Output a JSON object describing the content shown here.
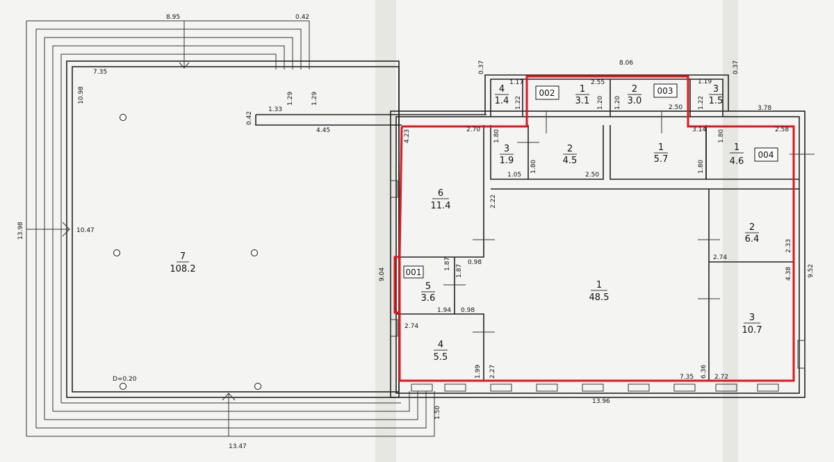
{
  "rooms": [
    {
      "id": "r7",
      "number": "7",
      "area": "108.2"
    },
    {
      "id": "r6",
      "number": "6",
      "area": "11.4"
    },
    {
      "id": "r5",
      "number": "5",
      "area": "3.6"
    },
    {
      "id": "r4",
      "number": "4",
      "area": "5.5"
    },
    {
      "id": "r1",
      "number": "1",
      "area": "48.5"
    },
    {
      "id": "r2r",
      "number": "2",
      "area": "6.4"
    },
    {
      "id": "r3r",
      "number": "3",
      "area": "10.7"
    },
    {
      "id": "r3a",
      "number": "3",
      "area": "1.9"
    },
    {
      "id": "r2a",
      "number": "2",
      "area": "4.5"
    },
    {
      "id": "r1b",
      "number": "1",
      "area": "5.7"
    },
    {
      "id": "r1c",
      "number": "1",
      "area": "4.6"
    },
    {
      "id": "r4t",
      "number": "4",
      "area": "1.4"
    },
    {
      "id": "r1t",
      "number": "1",
      "area": "3.1"
    },
    {
      "id": "r2t",
      "number": "2",
      "area": "3.0"
    },
    {
      "id": "r3t",
      "number": "3",
      "area": "1.5"
    }
  ],
  "units": [
    "001",
    "002",
    "003",
    "004"
  ],
  "dimensions": {
    "d895": "8.95",
    "d042a": "0.42",
    "d735a": "7.35",
    "d1098": "10.98",
    "d129a": "1.29",
    "d129b": "1.29",
    "d133": "1.33",
    "d042b": "0.42",
    "d445": "4.45",
    "d1398": "13.98",
    "d1047": "10.47",
    "d020": "D=0.20",
    "d1347": "13.47",
    "d150": "1.50",
    "d806": "8.06",
    "d037a": "0.37",
    "d037b": "0.37",
    "d117": "1.17",
    "d255": "2.55",
    "d119": "1.19",
    "d122a": "1.22",
    "d120a": "1.20",
    "d120b": "1.20",
    "d250a": "2.50",
    "d122b": "1.22",
    "d378": "3.78",
    "d423": "4.23",
    "d270": "2.70",
    "d180a": "1.80",
    "d180b": "1.80",
    "d105": "1.05",
    "d250b": "2.50",
    "d314": "3.14",
    "d180c": "1.80",
    "d180d": "1.80",
    "d258": "2.58",
    "d222": "2.22",
    "d904": "9.04",
    "d187a": "1.87",
    "d098a": "0.98",
    "d194": "1.94",
    "d187b": "1.87",
    "d098b": "0.98",
    "d274a": "2.74",
    "d274b": "2.74",
    "d233": "2.33",
    "d438": "4.38",
    "d952": "9.52",
    "d199": "1.99",
    "d227": "2.27",
    "d735b": "7.35",
    "d636": "6.36",
    "d272": "2.72",
    "d1396": "13.96"
  },
  "colors": {
    "highlight": "#e0161c",
    "line": "#222222",
    "paper": "#f4f4f2"
  }
}
